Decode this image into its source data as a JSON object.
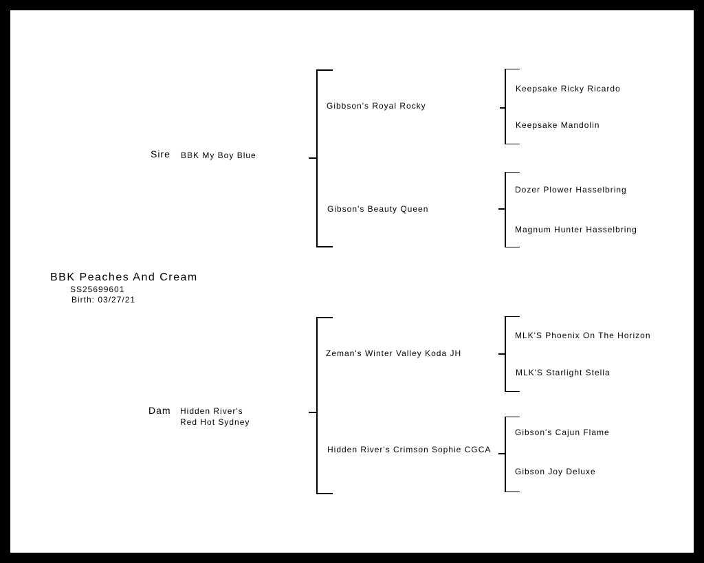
{
  "subject": {
    "name": "BBK Peaches And Cream",
    "registration": "SS25699601",
    "birth": "Birth: 03/27/21"
  },
  "sire": {
    "label": "Sire",
    "name": "BBK My Boy Blue"
  },
  "dam": {
    "label": "Dam",
    "name_line1": "Hidden River's",
    "name_line2": "Red Hot Sydney"
  },
  "grandparents": [
    "Gibbson's Royal Rocky",
    "Gibson's Beauty Queen",
    "Zeman's Winter Valley Koda JH",
    "Hidden River's Crimson Sophie CGCA"
  ],
  "great_grandparents": [
    "Keepsake Ricky Ricardo",
    "Keepsake Mandolin",
    "Dozer Plower Hasselbring",
    "Magnum Hunter Hasselbring",
    "MLK'S Phoenix On The Horizon",
    "MLK'S Starlight Stella",
    "Gibson's Cajun Flame",
    "Gibson Joy Deluxe"
  ]
}
